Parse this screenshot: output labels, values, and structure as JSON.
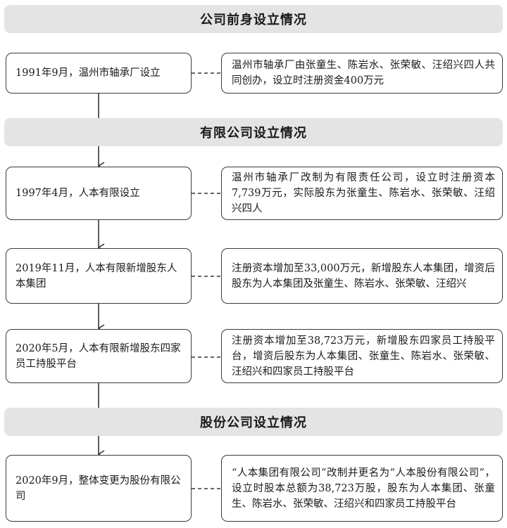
{
  "sections": {
    "predecessor": "公司前身设立情况",
    "limited": "有限公司设立情况",
    "joint_stock": "股份公司设立情况"
  },
  "events": [
    {
      "left": "1991年9月，温州市轴承厂设立",
      "right": "温州市轴承厂由张童生、陈岩水、张荣敏、汪绍兴四人共同创办，设立时注册资金400万元"
    },
    {
      "left": "1997年4月，人本有限设立",
      "right": "温州市轴承厂改制为有限责任公司，设立时注册资本7,739万元，实际股东为张童生、陈岩水、张荣敏、汪绍兴四人"
    },
    {
      "left": "2019年11月，人本有限新增股东人本集团",
      "right": "注册资本增加至33,000万元，新增股东人本集团，增资后股东为人本集团及张童生、陈岩水、张荣敏、汪绍兴"
    },
    {
      "left": "2020年5月，人本有限新增股东四家员工持股平台",
      "right": "注册资本增加至38,723万元，新增股东四家员工持股平台，增资后股东为人本集团、张童生、陈岩水、张荣敏、汪绍兴和四家员工持股平台"
    },
    {
      "left": "2020年9月，整体变更为股份有限公司",
      "right": "“人本集团有限公司”改制并更名为“人本股份有限公司”，设立时股本总额为38,723万股，股东为人本集团、张童生、陈岩水、张荣敏、汪绍兴和四家员工持股平台"
    }
  ]
}
